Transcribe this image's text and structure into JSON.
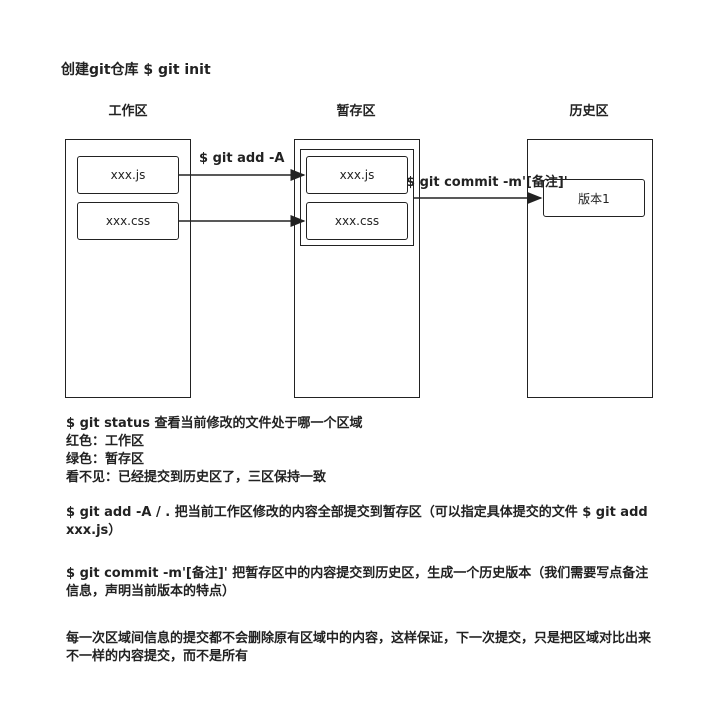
{
  "title": "创建git仓库 $ git init",
  "areas": {
    "workspace": "工作区",
    "staging": "暂存区",
    "history": "历史区"
  },
  "files": {
    "work_js": "xxx.js",
    "work_css": "xxx.css",
    "stage_js": "xxx.js",
    "stage_css": "xxx.css",
    "version": "版本1"
  },
  "commands": {
    "add": "$ git add -A",
    "commit": "$ git commit -m'[备注]'"
  },
  "notes": {
    "status_line": "$ git status 查看当前修改的文件处于哪一个区域",
    "red_line": "红色：工作区",
    "green_line": "绿色：暂存区",
    "invisible_line": "看不见：已经提交到历史区了，三区保持一致",
    "add_para": "$ git add -A / . 把当前工作区修改的内容全部提交到暂存区（可以指定具体提交的文件 $ git add xxx.js）",
    "commit_para": "$ git commit -m'[备注]' 把暂存区中的内容提交到历史区，生成一个历史版本（我们需要写点备注信息，声明当前版本的特点）",
    "final_para": "每一次区域间信息的提交都不会删除原有区域中的内容，这样保证，下一次提交，只是把区域对比出来不一样的内容提交，而不是所有"
  }
}
